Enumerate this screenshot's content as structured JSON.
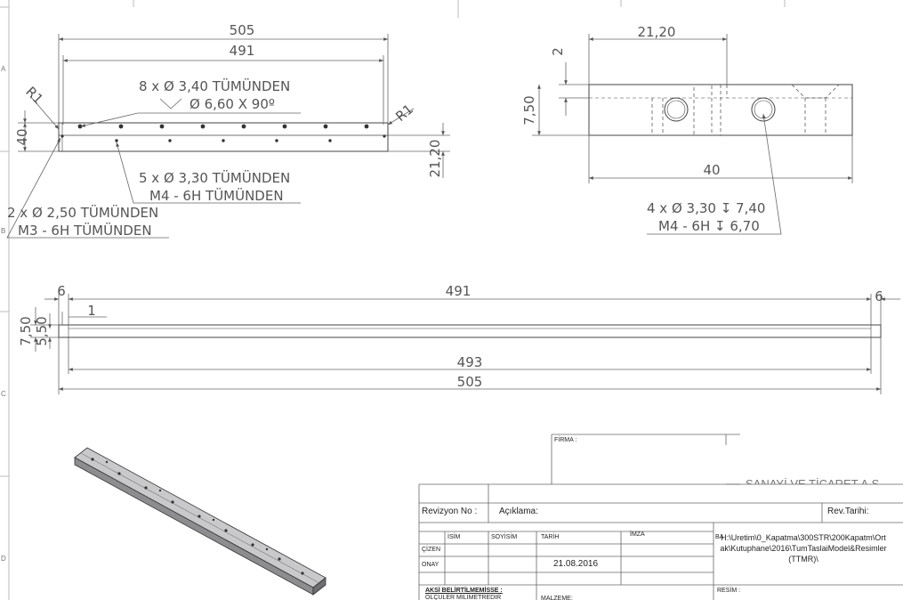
{
  "top_view": {
    "overall_length": "505",
    "hole_span": "491",
    "countersink_line1": "8 x Ø 3,40 TÜMÜNDEN",
    "countersink_line2": "Ø 6,60 X 90º",
    "radius_left": "R1",
    "radius_right": "R1",
    "height_left": "40",
    "height_right": "21,20",
    "tapped_line1": "5 x Ø 3,30 TÜMÜNDEN",
    "tapped_line2": "M4 - 6H TÜMÜNDEN",
    "small_line1": "2 x Ø 2,50 TÜMÜNDEN",
    "small_line2": "M3 - 6H TÜMÜNDEN"
  },
  "side_view": {
    "width": "21,20",
    "step": "2",
    "height": "7,50",
    "length": "40",
    "hole_line1": "4 x Ø 3,30 ↧ 7,40",
    "hole_line2": "M4 - 6H ↧ 6,70"
  },
  "front_view": {
    "offset_left": "6",
    "offset_right": "6",
    "length_inner": "491",
    "small_step": "1",
    "height_outer": "7,50",
    "height_inner": "5,50",
    "length_mid": "493",
    "length_total": "505"
  },
  "title_block": {
    "firma_label": "FİRMA :",
    "company_partial": "SANAYİ VE TİCARET A.Ş.",
    "revizyon_label": "Revizyon No :",
    "aciklama_label": "Açıklama:",
    "rev_tarihi_label": "Rev.Tarihi:",
    "isim_label": "İSİM",
    "soyisim_label": "SOYİSİM",
    "tarih_label": "TARİH",
    "imza_label": "İMZA",
    "cizen_label": "ÇİZEN",
    "onay_label": "ONAY",
    "date_value": "21.08.2016",
    "path_prefix": "BA",
    "path_text": "H:\\Uretim\\0_Kapatma\\300STR\\200Kapatm\\Ortak\\Kutuphane\\2016\\TumTaslaiModel&Resimler(TTMR)\\",
    "aksi_label": "AKSİ BELİRTİLMEMİSSE :",
    "olculer_label": "ÖLÇÜLER MİLİMETREDİR",
    "malzeme_label": "MALZEME:",
    "resim_label": "RESİM :"
  },
  "border_letters": [
    "A",
    "B",
    "C",
    "D"
  ]
}
